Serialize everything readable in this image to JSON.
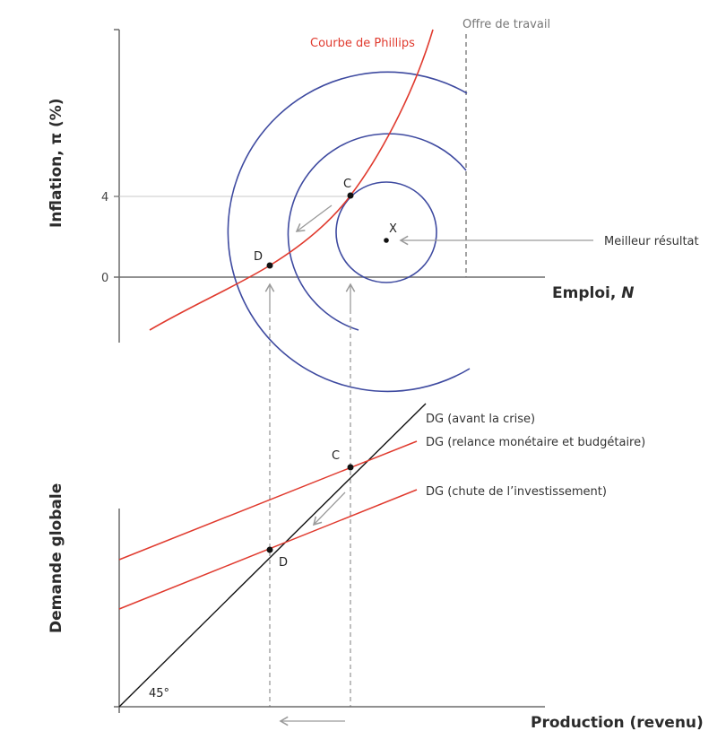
{
  "chart_data": [
    {
      "type": "diagram",
      "panel": "top",
      "title": "",
      "xlabel": "Emploi, N",
      "ylabel": "Inflation, π (%)",
      "y_ticks": [
        "4",
        "0"
      ],
      "curves": [
        {
          "name": "Courbe de Phillips",
          "color": "#e03a2e",
          "shape": "upward-sloping convex curve"
        },
        {
          "name": "Offre de travail",
          "color": "#666666",
          "shape": "vertical dashed line"
        },
        {
          "name": "Indifference curves",
          "color": "#3e4aa0",
          "count": 3,
          "shape": "concentric arcs around X"
        }
      ],
      "points": [
        {
          "label": "C",
          "inflation": 4,
          "note": "tangent of Phillips curve and indifference circle"
        },
        {
          "label": "D",
          "inflation": 0.5
        },
        {
          "label": "X",
          "inflation": 2,
          "note": "Meilleur résultat (bliss point)"
        }
      ],
      "annotations": [
        "Meilleur résultat",
        "arrow C→D along Phillips curve"
      ]
    },
    {
      "type": "diagram",
      "panel": "bottom",
      "title": "",
      "xlabel": "Production (revenu)",
      "ylabel": "Demande globale",
      "lines": [
        {
          "name": "45°",
          "color": "#111111",
          "slope": 1
        },
        {
          "name": "DG (avant la crise)",
          "color": "#111111",
          "note": "label points at 45° line end"
        },
        {
          "name": "DG (relance monétaire et budgétaire)",
          "color": "#e03a2e"
        },
        {
          "name": "DG (chute de l’investissement)",
          "color": "#e03a2e"
        }
      ],
      "points": [
        {
          "label": "C",
          "note": "intersection of upper DG line with 45° line"
        },
        {
          "label": "D",
          "note": "intersection of lower DG line with 45° line"
        }
      ],
      "annotations": [
        "arrow C→D",
        "leftward arrow below x-axis"
      ]
    }
  ],
  "top": {
    "y_axis_label": "Inflation, π (%)",
    "x_axis_label_main": "Emploi, ",
    "x_axis_label_var": "N",
    "tick_4": "4",
    "tick_0": "0",
    "phillips_label": "Courbe de Phillips",
    "labor_supply_label": "Offre de travail",
    "best_outcome_label": "Meilleur résultat",
    "point_c": "C",
    "point_d": "D",
    "point_x": "X"
  },
  "bottom": {
    "y_axis_label": "Demande globale",
    "x_axis_label": "Production (revenu)",
    "angle_label": "45°",
    "dg_before": "DG (avant la crise)",
    "dg_stimulus": "DG (relance monétaire et budgétaire)",
    "dg_fall": "DG (chute de l’investissement)",
    "point_c": "C",
    "point_d": "D"
  },
  "colors": {
    "red": "#e03a2e",
    "blue": "#3e4aa0",
    "axis": "#6b6b6b",
    "guide": "#9a9a9a",
    "black": "#111111"
  }
}
